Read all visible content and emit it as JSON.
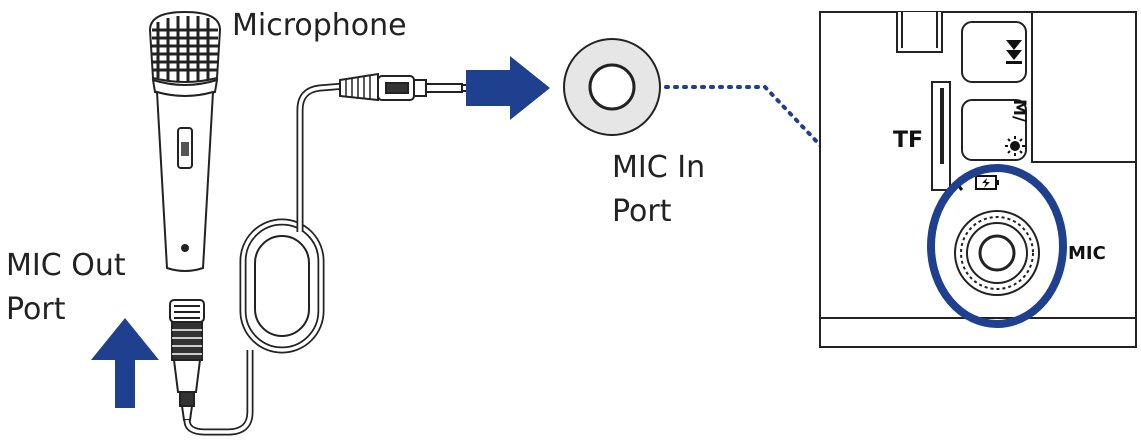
{
  "labels": {
    "microphone": "Microphone",
    "mic_in_line1": "MIC In",
    "mic_in_line2": "Port",
    "mic_out_line1": "MIC Out",
    "mic_out_line2": "Port"
  },
  "panel": {
    "tf": "TF",
    "mode": "M/",
    "mic": "MIC"
  },
  "icons": {
    "skip": "skip-forward-icon",
    "light": "light-icon",
    "battery": "battery-charging-icon"
  },
  "colors": {
    "arrow": "#1f3f8f",
    "highlight": "#1f3f8f",
    "port_fill": "#e6e6e6",
    "line": "#222222"
  }
}
